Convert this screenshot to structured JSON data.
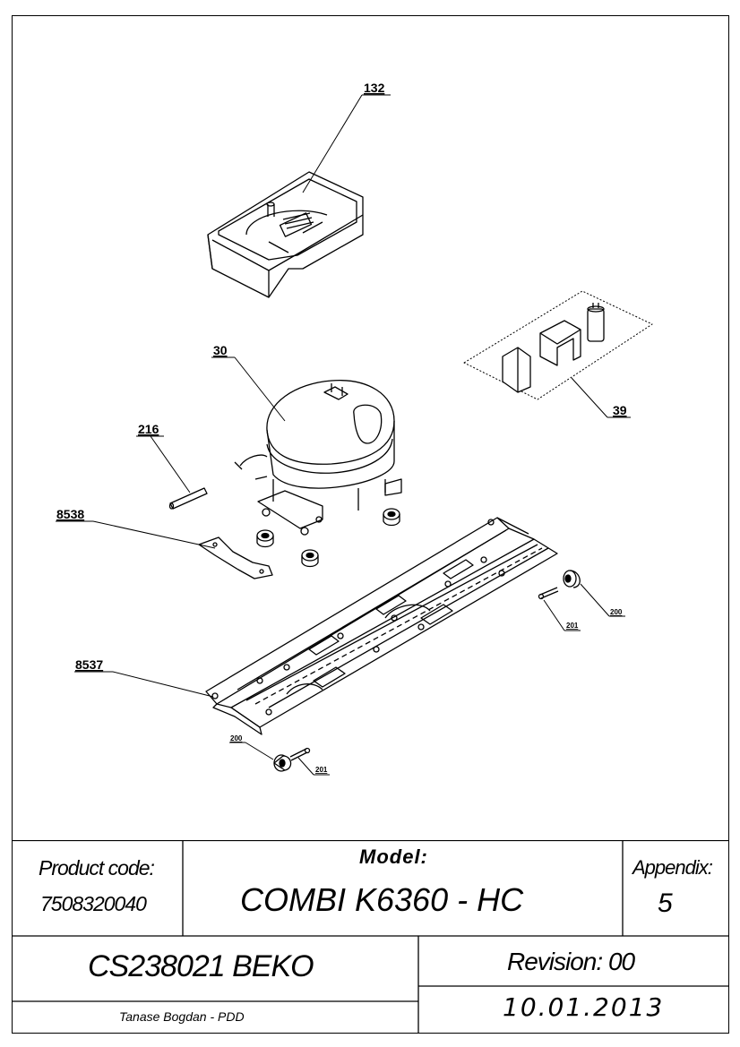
{
  "callouts": {
    "c132": "132",
    "c30": "30",
    "c39": "39",
    "c216": "216",
    "c8538": "8538",
    "c8537": "8537",
    "c201a": "201",
    "c200a": "200",
    "c200b": "200",
    "c201b": "201"
  },
  "title_block": {
    "product_code_label": "Product code:",
    "product_code": "7508320040",
    "model_label": "Model:",
    "model": "COMBI K6360 - HC",
    "appendix_label": "Appendix:",
    "appendix": "5",
    "drawing_id": "CS238021 BEKO",
    "revision": "Revision: 00",
    "author": "Tanase Bogdan - PDD",
    "date": "10.01.2013"
  }
}
